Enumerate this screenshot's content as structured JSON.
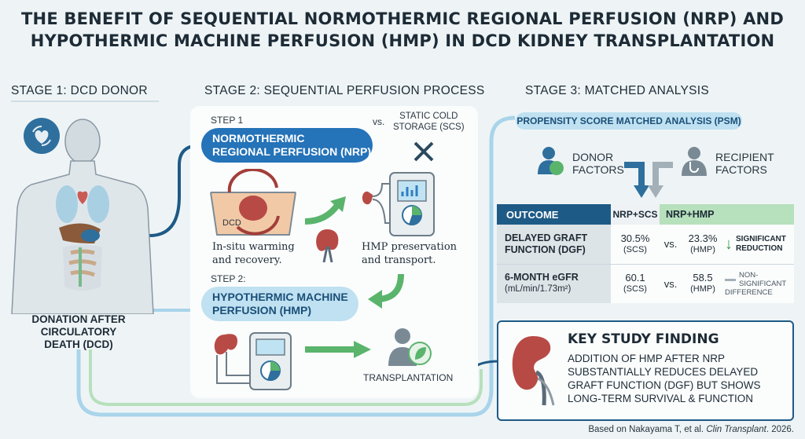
{
  "title": {
    "line1": "THE BENEFIT OF SEQUENTIAL NORMOTHERMIC REGIONAL PERFUSION (NRP) AND",
    "line2": "HYPOTHERMIC MACHINE PERFUSION (HMP) IN DCD KIDNEY TRANSPLANTATION"
  },
  "stage1": {
    "heading": "STAGE 1: DCD DONOR",
    "label": [
      "DONATION AFTER",
      "CIRCULATORY",
      "DEATH (DCD)"
    ]
  },
  "stage2": {
    "heading": "STAGE 2: SEQUENTIAL PERFUSION PROCESS",
    "step1": "STEP 1",
    "nrp": [
      "NORMOTHERMIC",
      "REGIONAL PERFUSION (NRP)"
    ],
    "vs": "vs.",
    "scs": [
      "STATIC COLD",
      "STORAGE (SCS)"
    ],
    "dcd": "DCD",
    "warm": [
      "In-situ warming",
      "and recovery."
    ],
    "hmp_pres": [
      "HMP preservation",
      "and transport."
    ],
    "step2": "STEP 2:",
    "hmp": [
      "HYPOTHERMIC MACHINE",
      "PERFUSION (HMP)"
    ],
    "transplant": "TRANSPLANTATION"
  },
  "stage3": {
    "heading": "STAGE 3: MATCHED ANALYSIS",
    "psm": "PROPENSITY SCORE MATCHED ANALYSIS (PSM)",
    "donor": [
      "DONOR",
      "FACTORS"
    ],
    "recipient": [
      "RECIPIENT",
      "FACTORS"
    ],
    "table": {
      "headers": [
        "OUTCOME",
        "NRP+SCS",
        "NRP+HMP"
      ],
      "rows": [
        {
          "outcome": [
            "DELAYED GRAFT",
            "FUNCTION (DGF)"
          ],
          "scs": "30.5%",
          "scs_sub": "(SCS)",
          "vs": "vs.",
          "hmp": "23.3%",
          "hmp_sub": "(HMP)",
          "note": [
            "SIGNIFICANT",
            "REDUCTION"
          ]
        },
        {
          "outcome": [
            "6-MONTH eGFR",
            "(mL/min/1.73m²)"
          ],
          "scs": "60.1",
          "scs_sub": "(SCS)",
          "vs": "vs.",
          "hmp": "58.5",
          "hmp_sub": "(HMP)",
          "note": [
            "NON-SIGNIFICANT",
            "DIFFERENCE"
          ]
        }
      ]
    },
    "finding": {
      "heading": "KEY STUDY FINDING",
      "lines": [
        "ADDITION OF HMP AFTER NRP",
        "SUBSTANTIALLY REDUCES DELAYED",
        "GRAFT FUNCTION (DGF) BUT SHOWS",
        "LONG-TERM SURVIVAL & FUNCTION"
      ]
    }
  },
  "citation": {
    "prefix": "Based on Nakayama T, et al. ",
    "journal": "Clin Transplant",
    "suffix": ". 2026."
  },
  "colors": {
    "navy": "#1e5a86",
    "blue": "#2f7fc1",
    "lightblue": "#a9d4ea",
    "green": "#5ab46c",
    "lightgreen": "#b7e0bc",
    "kidney": "#b84a45"
  }
}
